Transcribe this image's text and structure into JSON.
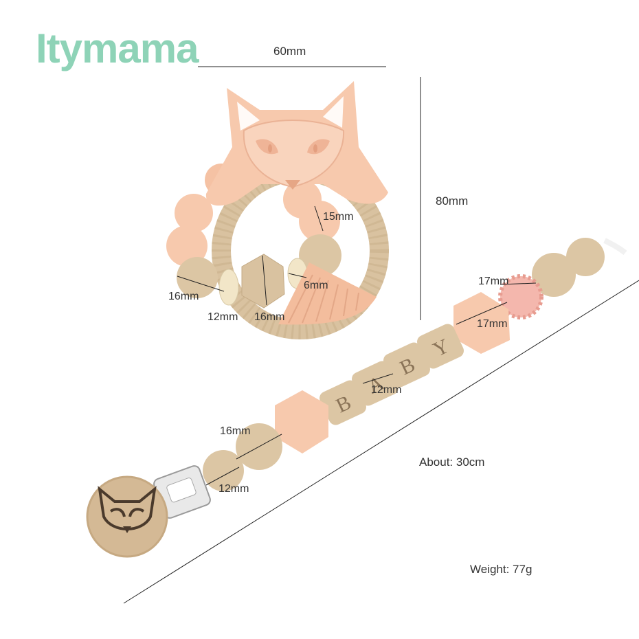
{
  "brand": {
    "name": "Itymama",
    "color": "#8ed3b7",
    "accent": "#f07aa0"
  },
  "colors": {
    "silicone": "#f7c9ad",
    "silicone_dark": "#e8a98a",
    "wood": "#d9c2a0",
    "wood_dark": "#b9a07c",
    "cream": "#f2e6c8",
    "pink_knit": "#f4b7ad",
    "line": "#222222"
  },
  "dimensions": {
    "width_top": "60mm",
    "height_ring": "80mm",
    "bead_15": "15mm",
    "bead_16_left": "16mm",
    "bead_12_left": "12mm",
    "bead_16_hex": "16mm",
    "bead_6": "6mm",
    "bead_17_top": "17mm",
    "bead_17_hex": "17mm",
    "bead_12_letter": "12mm",
    "bead_16_clip": "16mm",
    "bead_12_clip": "12mm"
  },
  "info": {
    "length": "About: 30cm",
    "weight": "Weight: 77g"
  },
  "letters": [
    "B",
    "A",
    "B",
    "Y"
  ],
  "icons": [
    "fox-icon",
    "clip-icon"
  ]
}
